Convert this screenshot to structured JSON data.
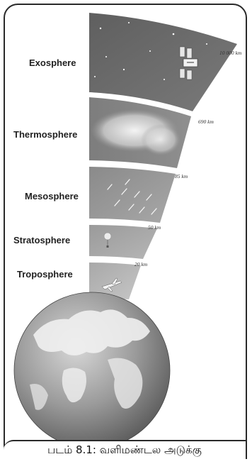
{
  "layers": [
    {
      "name": "Exosphere",
      "altitude": "10 000 km"
    },
    {
      "name": "Thermosphere",
      "altitude": "690 km"
    },
    {
      "name": "Mesosphere",
      "altitude": "85 km"
    },
    {
      "name": "Stratosphere",
      "altitude": "50 km"
    },
    {
      "name": "Troposphere",
      "altitude": "20 km"
    }
  ],
  "caption": "படம் 8.1: வளிமண்டல அடுக்கு",
  "colors": {
    "exosphere": "#6b6b6b",
    "thermosphere": "#8a8a8a",
    "mesosphere": "#9d9d9d",
    "stratosphere": "#ababab",
    "troposphere": "#b9b9b9",
    "earth": "#8e8e8e",
    "frame": "#2a2a2a"
  }
}
